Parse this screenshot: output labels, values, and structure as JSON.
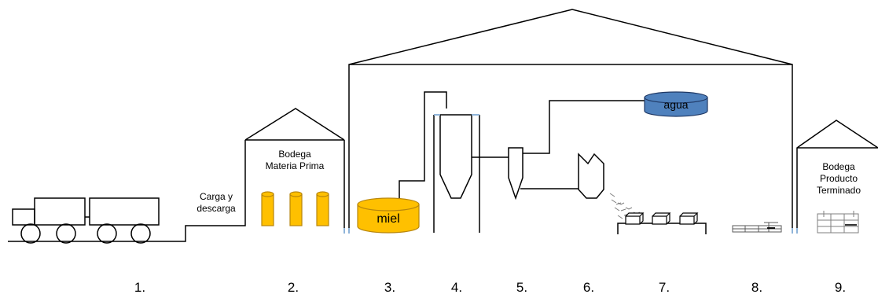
{
  "labels": {
    "carga": "Carga y\ndescarga",
    "bodega_mp": "Bodega\nMateria Prima",
    "bodega_pt": "Bodega\nProducto\nTerminado",
    "miel": "miel",
    "agua": "agua"
  },
  "steps": [
    "1.",
    "2.",
    "3.",
    "4.",
    "5.",
    "6.",
    "7.",
    "8.",
    "9."
  ],
  "colors": {
    "drum": "#ffc000",
    "drum_stroke": "#b8860b",
    "agua": "#4f81bd",
    "agua_stroke": "#1f3864",
    "line": "#000000"
  }
}
